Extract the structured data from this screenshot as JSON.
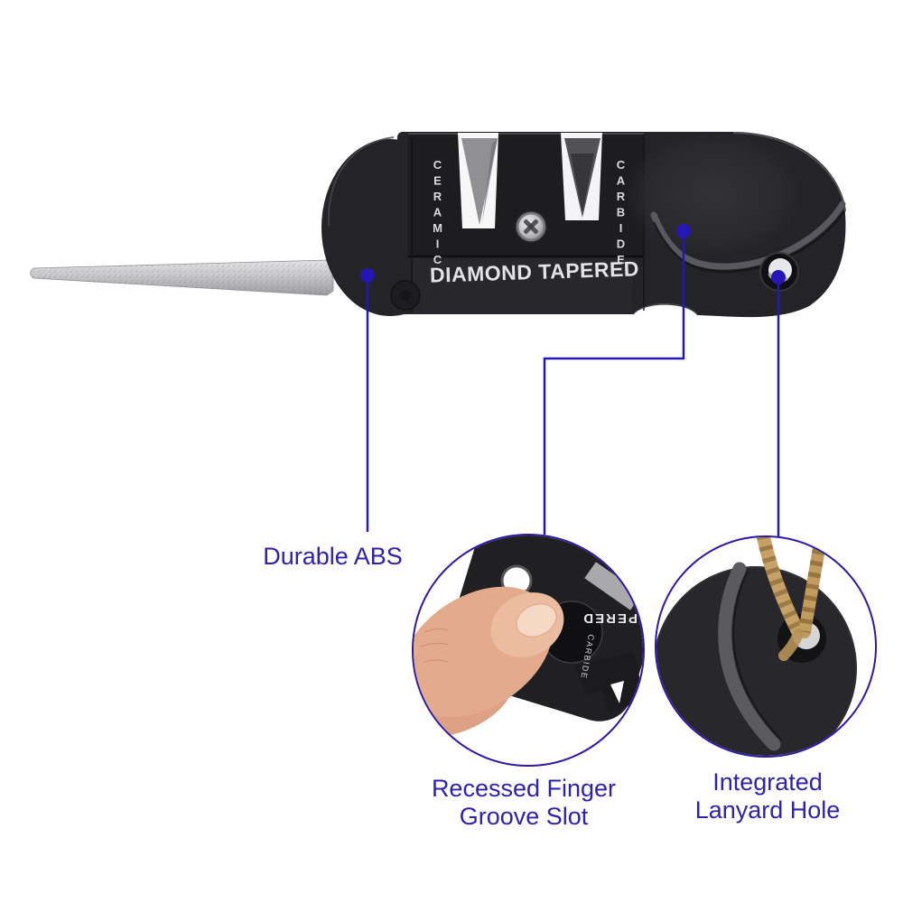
{
  "image_type": "annotated-product-diagram",
  "product": {
    "ceramic_label": "CERAMIC",
    "carbide_label": "CARBIDE",
    "diamond_label": "DIAMOND TAPERED"
  },
  "callouts": {
    "durable_abs": "Durable ABS",
    "finger_groove_line1": "Recessed Finger",
    "finger_groove_line2": "Groove Slot",
    "lanyard_line1": "Integrated",
    "lanyard_line2": "Lanyard Hole"
  },
  "insets": {
    "finger_groove_text_tapered": "PERED",
    "finger_groove_text_carbide": "CARBIDE"
  },
  "colors": {
    "annotation_text_blue": "#2e21b0",
    "line_blue": "#2517b5",
    "inset_ring_blue": "#2a1aa6",
    "body_black": "#242428",
    "block_black": "#1d1d20",
    "engraving_white": "#e3e3e5",
    "rod_gray": "#c9c9cc",
    "rope_tan": "#c7a267",
    "skin_tone": "#e3aa8c",
    "background": "#ffffff"
  }
}
